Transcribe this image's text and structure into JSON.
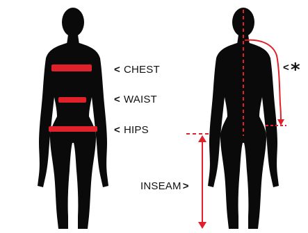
{
  "labels": {
    "chest": "CHEST",
    "waist": "WAIST",
    "hips": "HIPS",
    "inseam": "INSEAM",
    "sleeve_marker": "*"
  },
  "glyphs": {
    "chevron_left": "<",
    "chevron_right": ">"
  },
  "colors": {
    "silhouette": "#0a0a0a",
    "measure_line": "#e0202a",
    "text": "#111111",
    "background": "#ffffff"
  }
}
